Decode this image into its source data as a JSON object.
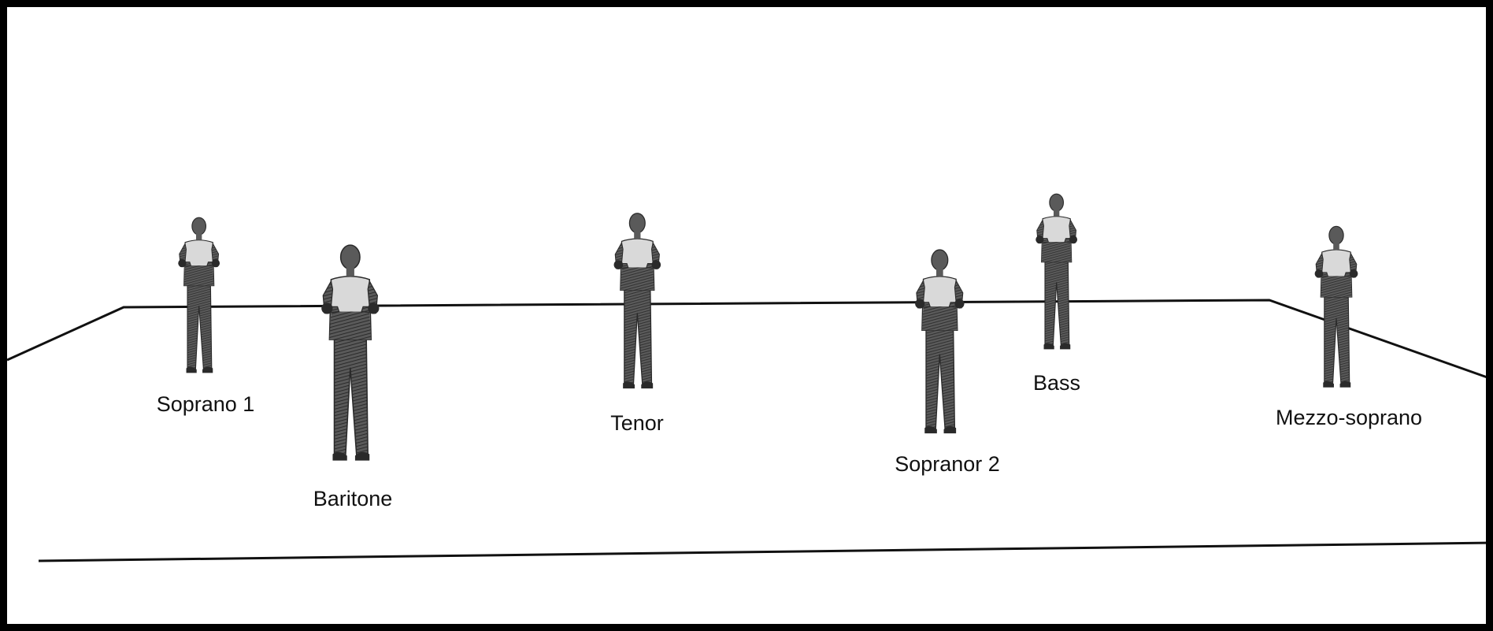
{
  "diagram": {
    "title": "",
    "colors": {
      "border": "#000000",
      "stage_line": "#111111",
      "figure_dark": "#2a2a2a",
      "figure_mid": "#5a5a5a",
      "figure_light": "#d9d9d9",
      "label_text": "#111111"
    },
    "singers": [
      {
        "id": "soprano-1",
        "label": "Soprano 1"
      },
      {
        "id": "baritone",
        "label": "Baritone"
      },
      {
        "id": "tenor",
        "label": "Tenor"
      },
      {
        "id": "sopranor-2",
        "label": "Sopranor 2"
      },
      {
        "id": "bass",
        "label": "Bass"
      },
      {
        "id": "mezzo-soprano",
        "label": "Mezzo-soprano"
      }
    ]
  }
}
